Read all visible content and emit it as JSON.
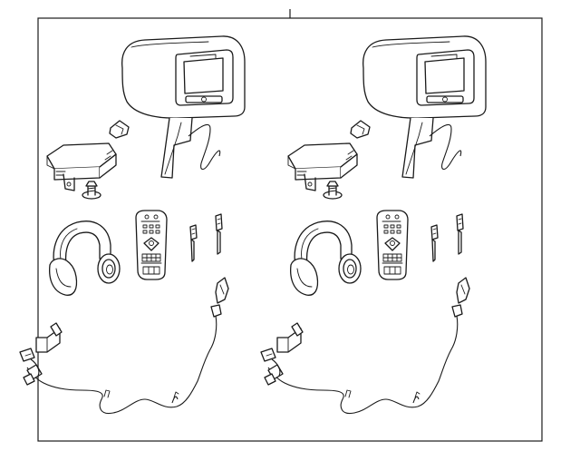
{
  "diagram": {
    "type": "parts-illustration",
    "colors": {
      "line": "#1a1a1a",
      "background": "#ffffff",
      "frame": "#1a1a1a"
    },
    "sets": [
      {
        "side": "left",
        "parts": [
          "headrest-monitor-icon",
          "clip-icon",
          "receiver-module-icon",
          "bolt-icon",
          "headphones-icon",
          "remote-control-icon",
          "connector-pin-icon",
          "connector-pin-icon",
          "wire-harness-icon"
        ]
      },
      {
        "side": "right",
        "parts": [
          "headrest-monitor-icon",
          "clip-icon",
          "receiver-module-icon",
          "bolt-icon",
          "headphones-icon",
          "remote-control-icon",
          "connector-pin-icon",
          "connector-pin-icon",
          "wire-harness-icon"
        ]
      }
    ]
  }
}
